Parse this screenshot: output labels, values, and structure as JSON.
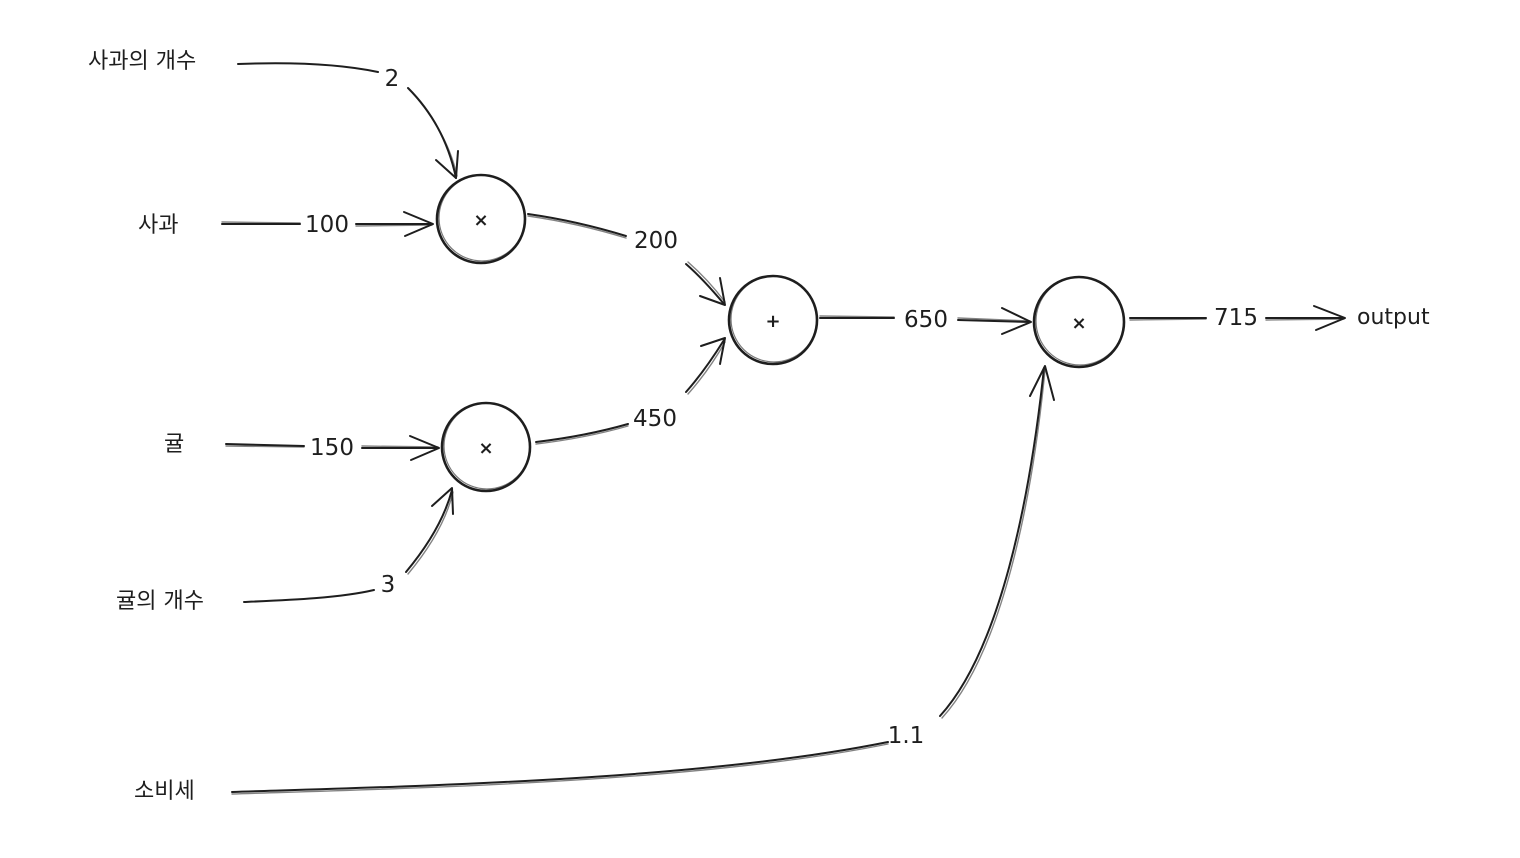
{
  "inputs": {
    "apple_count": "사과의 개수",
    "apple": "사과",
    "orange": "귤",
    "orange_count": "귤의 개수",
    "tax": "소비세"
  },
  "values": {
    "apple_count": "2",
    "apple_price": "100",
    "orange_price": "150",
    "orange_count": "3",
    "apple_total": "200",
    "orange_total": "450",
    "sum": "650",
    "tax": "1.1",
    "result": "715"
  },
  "nodes": {
    "mul_apple": "×",
    "mul_orange": "×",
    "add": "+",
    "mul_tax": "×"
  },
  "output_label": "output"
}
